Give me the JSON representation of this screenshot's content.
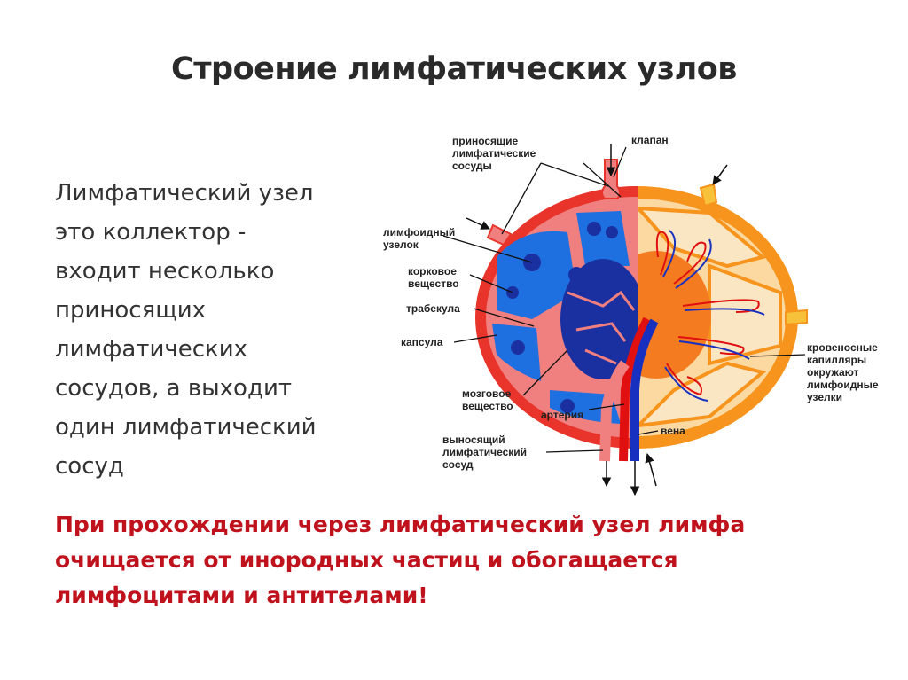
{
  "title": "Строение лимфатических узлов",
  "intro_lines": [
    "Лимфатический узел",
    "это коллектор -",
    "входит несколько",
    "приносящих",
    "лимфатических",
    "сосудов, а выходит",
    "один лимфатический",
    "сосуд"
  ],
  "conclusion_lines": [
    "При прохождении через лимфатический узел  лимфа",
    "очищается от инородных частиц и обогащается",
    "лимфоцитами и антителами!"
  ],
  "diagram": {
    "labels": {
      "afferent": [
        "приносящие",
        "лимфатические",
        "сосуды"
      ],
      "valve": "клапан",
      "nodule": [
        "лимфоидный",
        "узелок"
      ],
      "cortex": [
        "корковое",
        "вещество"
      ],
      "trabecula": "трабекула",
      "capsule": "капсула",
      "medulla": [
        "мозговое",
        "вещество"
      ],
      "artery": "артерия",
      "vein": "вена",
      "efferent": [
        "выносящий",
        "лимфатический",
        "сосуд"
      ],
      "capillaries": [
        "кровеносные",
        "капилляры",
        "окружают",
        "лимфоидные",
        "узелки"
      ]
    },
    "colors": {
      "cortex": "#1e6fe0",
      "medulla": "#1a2fa0",
      "capsule": "#e8342a",
      "trabecula": "#f08080",
      "right_half": "#f7941d",
      "right_inner": "#fcd9a0",
      "artery": "#e01010",
      "vein": "#1830c0"
    }
  }
}
